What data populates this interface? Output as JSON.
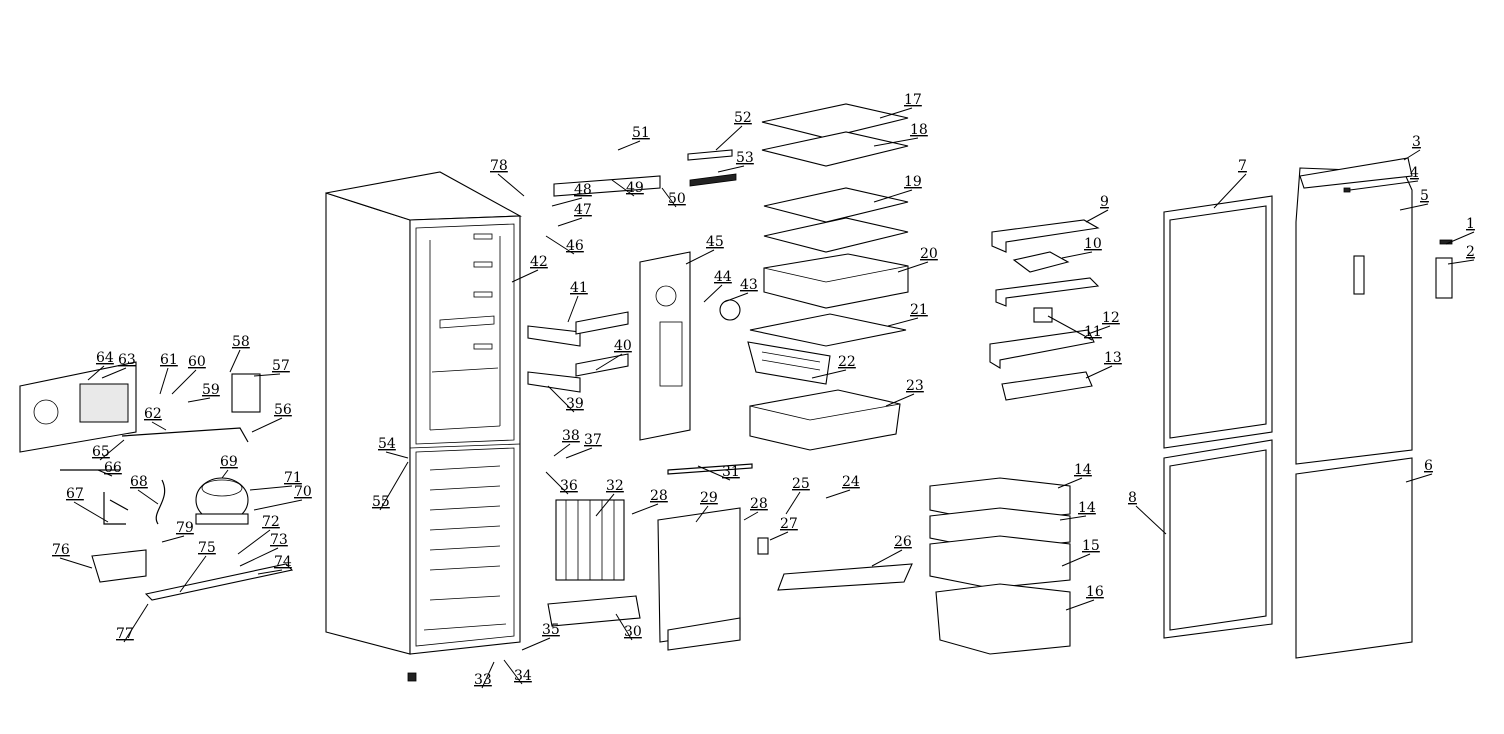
{
  "callouts": [
    {
      "n": "1"
    },
    {
      "n": "2"
    },
    {
      "n": "3"
    },
    {
      "n": "4"
    },
    {
      "n": "5"
    },
    {
      "n": "6"
    },
    {
      "n": "7"
    },
    {
      "n": "8"
    },
    {
      "n": "9"
    },
    {
      "n": "10"
    },
    {
      "n": "11"
    },
    {
      "n": "12"
    },
    {
      "n": "13"
    },
    {
      "n": "14"
    },
    {
      "n": "14"
    },
    {
      "n": "15"
    },
    {
      "n": "16"
    },
    {
      "n": "17"
    },
    {
      "n": "18"
    },
    {
      "n": "19"
    },
    {
      "n": "20"
    },
    {
      "n": "21"
    },
    {
      "n": "22"
    },
    {
      "n": "23"
    },
    {
      "n": "24"
    },
    {
      "n": "25"
    },
    {
      "n": "26"
    },
    {
      "n": "27"
    },
    {
      "n": "28"
    },
    {
      "n": "28"
    },
    {
      "n": "29"
    },
    {
      "n": "30"
    },
    {
      "n": "31"
    },
    {
      "n": "32"
    },
    {
      "n": "33"
    },
    {
      "n": "34"
    },
    {
      "n": "35"
    },
    {
      "n": "36"
    },
    {
      "n": "37"
    },
    {
      "n": "38"
    },
    {
      "n": "39"
    },
    {
      "n": "40"
    },
    {
      "n": "41"
    },
    {
      "n": "42"
    },
    {
      "n": "43"
    },
    {
      "n": "44"
    },
    {
      "n": "45"
    },
    {
      "n": "46"
    },
    {
      "n": "47"
    },
    {
      "n": "48"
    },
    {
      "n": "49"
    },
    {
      "n": "50"
    },
    {
      "n": "51"
    },
    {
      "n": "52"
    },
    {
      "n": "53"
    },
    {
      "n": "54"
    },
    {
      "n": "55"
    },
    {
      "n": "56"
    },
    {
      "n": "57"
    },
    {
      "n": "58"
    },
    {
      "n": "59"
    },
    {
      "n": "60"
    },
    {
      "n": "61"
    },
    {
      "n": "62"
    },
    {
      "n": "63"
    },
    {
      "n": "64"
    },
    {
      "n": "65"
    },
    {
      "n": "66"
    },
    {
      "n": "67"
    },
    {
      "n": "68"
    },
    {
      "n": "69"
    },
    {
      "n": "70"
    },
    {
      "n": "71"
    },
    {
      "n": "72"
    },
    {
      "n": "73"
    },
    {
      "n": "74"
    },
    {
      "n": "75"
    },
    {
      "n": "76"
    },
    {
      "n": "77"
    },
    {
      "n": "78"
    },
    {
      "n": "79"
    }
  ]
}
